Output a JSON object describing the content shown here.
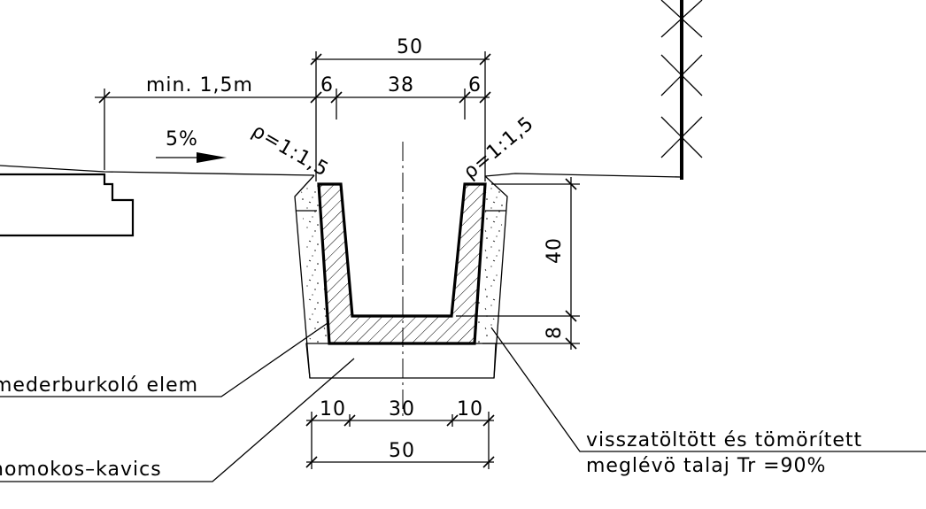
{
  "dimensions": {
    "top_total": "50",
    "min_width": "min. 1,5m",
    "left_wall": "6",
    "inner_width": "38",
    "right_wall": "6",
    "height": "40",
    "base_thickness": "8",
    "bottom_left": "10",
    "bottom_mid": "30",
    "bottom_right": "10",
    "bottom_total": "50"
  },
  "slope_left": "ρ=1:1,5",
  "slope_right": "ρ=1:1,5",
  "grade": "5%",
  "labels": {
    "element": "mederburkoló elem",
    "gravel": "homokos–kavics",
    "backfill_line1": "visszatöltött és tömörített",
    "backfill_line2": "meglévö talaj Tr =90%"
  }
}
